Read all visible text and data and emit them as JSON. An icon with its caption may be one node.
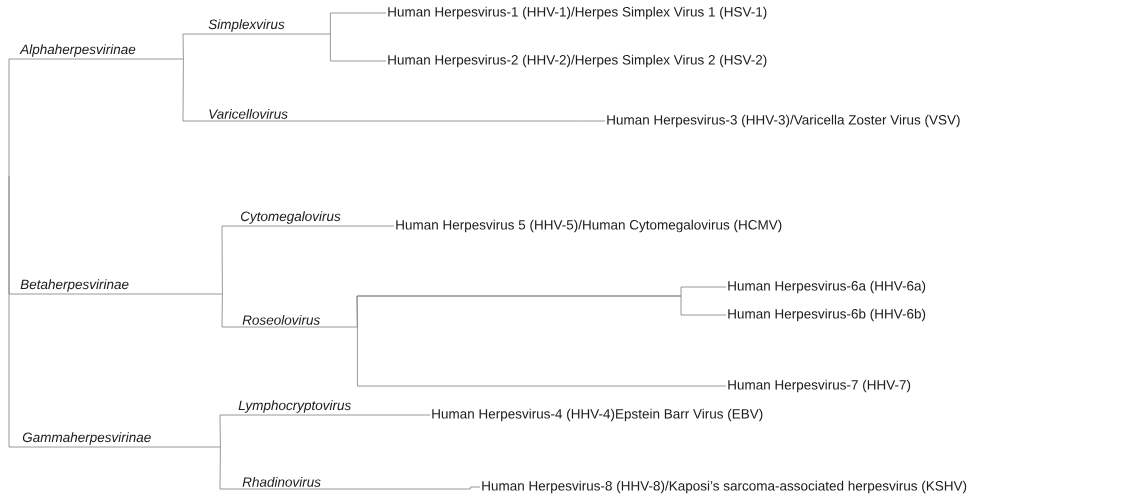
{
  "diagram": {
    "nodes": [
      {
        "text": [
          "Alphaherpesvirinae"
        ]
      },
      {
        "text": [
          "Simplexvirus"
        ]
      },
      {
        "text": [
          "Human Herpesvirus-1 (HHV-1)/Herpes Simplex Virus 1 (HSV-1)"
        ]
      },
      {
        "text": [
          "Human Herpesvirus-2 (HHV-2)/Herpes Simplex Virus 2 (HSV-2)"
        ]
      },
      {
        "text": [
          "Varicellovirus"
        ]
      },
      {
        "text": [
          "Human Herpesvirus-3 (HHV-3)/Varicella Zoster Virus (VSV)"
        ]
      },
      {
        "text": [
          "Betaherpesvirinae"
        ]
      },
      {
        "text": [
          "Cytomegalovirus"
        ]
      },
      {
        "text": [
          "Human Herpesvirus 5 (HHV-5)/Human Cytomegalovirus (HCMV)"
        ]
      },
      {
        "text": [
          "Roseolovirus"
        ]
      },
      {
        "text": [
          "Human Herpesvirus-6a (HHV-6a)"
        ]
      },
      {
        "text": [
          "Human Herpesvirus-6b (HHV-6b)"
        ]
      },
      {
        "text": [
          "Human Herpesvirus-7 (HHV-7)"
        ]
      },
      {
        "text": [
          "Gammaherpesvirinae"
        ]
      },
      {
        "text": [
          "Lymphocryptovirus"
        ]
      },
      {
        "text": [
          "Human Herpesvirus-4 (HHV-4)Epstein Barr Virus (EBV)"
        ]
      },
      {
        "text": [
          "Rhadinovirus"
        ]
      },
      {
        "text": [
          "Human Herpesvirus-8 (HHV-8)/Kaposi’s sarcoma-associated herpesvirus (KSHV)"
        ]
      }
    ],
    "edges": [
      {
        "from": null,
        "to": 0,
        "arrow": "none"
      },
      {
        "from": null,
        "to": 6,
        "arrow": "none"
      },
      {
        "from": null,
        "to": 13,
        "arrow": "none"
      },
      {
        "from": 0,
        "to": 1,
        "arrow": "none"
      },
      {
        "from": 0,
        "to": 4,
        "arrow": "none"
      },
      {
        "from": 1,
        "to": 2,
        "arrow": "none"
      },
      {
        "from": 1,
        "to": 3,
        "arrow": "none"
      },
      {
        "from": 4,
        "to": 5,
        "arrow": "none"
      },
      {
        "from": 6,
        "to": 7,
        "arrow": "none"
      },
      {
        "from": 6,
        "to": 9,
        "arrow": "none"
      },
      {
        "from": 7,
        "to": 8,
        "arrow": "none"
      },
      {
        "from": 9,
        "to": 10,
        "arrow": "none"
      },
      {
        "from": 9,
        "to": 11,
        "arrow": "none"
      },
      {
        "from": 9,
        "to": 12,
        "arrow": "none"
      },
      {
        "from": 13,
        "to": 14,
        "arrow": "none"
      },
      {
        "from": 13,
        "to": 16,
        "arrow": "none"
      },
      {
        "from": 14,
        "to": 15,
        "arrow": "none"
      },
      {
        "from": 16,
        "to": 17,
        "arrow": "none"
      }
    ]
  }
}
